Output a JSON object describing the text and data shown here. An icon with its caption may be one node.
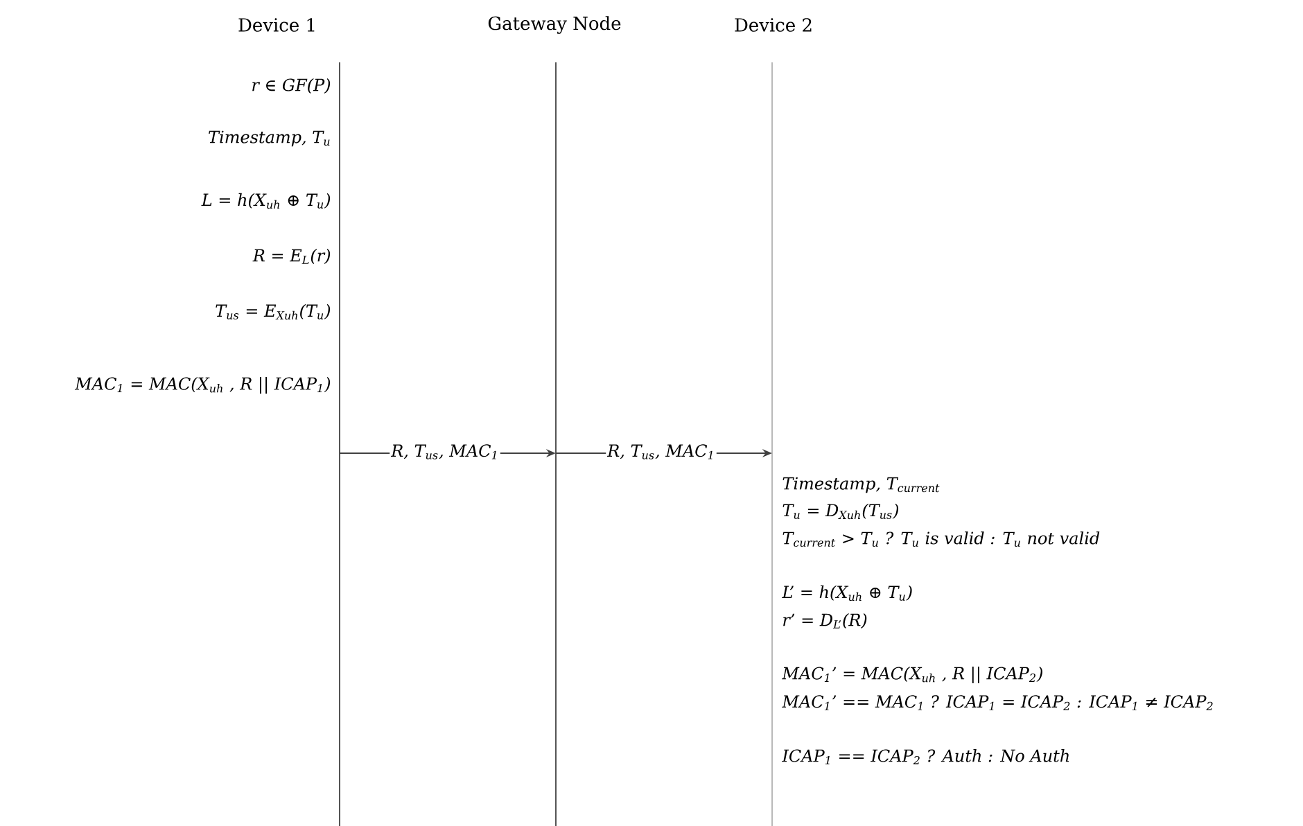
{
  "diagram": {
    "nodes": [
      {
        "text": [
          "Device 1"
        ]
      },
      {
        "text": [
          "Gateway Node"
        ]
      },
      {
        "text": [
          "Device 2"
        ]
      }
    ],
    "edges": [
      {
        "from": 0,
        "to": 1,
        "arrow": "to",
        "label": "R, T$_{us}$, MAC$_{1}$"
      },
      {
        "from": 1,
        "to": 2,
        "arrow": "to",
        "label": "R, T$_{us}$, MAC$_{1}$"
      }
    ],
    "labels": [
      "r ∈ GF(P)",
      "Timestamp, T$_{u}$",
      "L = h(X$_{uh}$ ⊕ T$_{u}$)",
      "R = E$_{L}$(r)",
      "T$_{us}$ = E$_{Xuh}$(T$_{u}$)",
      "MAC$_{1}$ = MAC(X$_{uh}$ , R || ICAP$_{1}$)",
      "Timestamp, T$_{current}$",
      "T$_{u}$ = D$_{Xuh}$(T$_{us}$)",
      "T$_{current}$ > T$_{u}$ ? T$_{u}$ is valid : T$_{u}$ not valid",
      "L’ = h(X$_{uh}$ ⊕ T$_{u}$)",
      "r’ = D$_{L’}$(R)",
      "MAC$_{1}$’ = MAC(X$_{uh}$ , R || ICAP$_{2}$)",
      "MAC$_{1}$’ == MAC$_{1}$ ? ICAP$_{1}$ = ICAP$_{2}$ : ICAP$_{1}$ ≠ ICAP$_{2}$",
      "ICAP$_{1}$ == ICAP$_{2}$ ? Auth : No Auth"
    ]
  }
}
